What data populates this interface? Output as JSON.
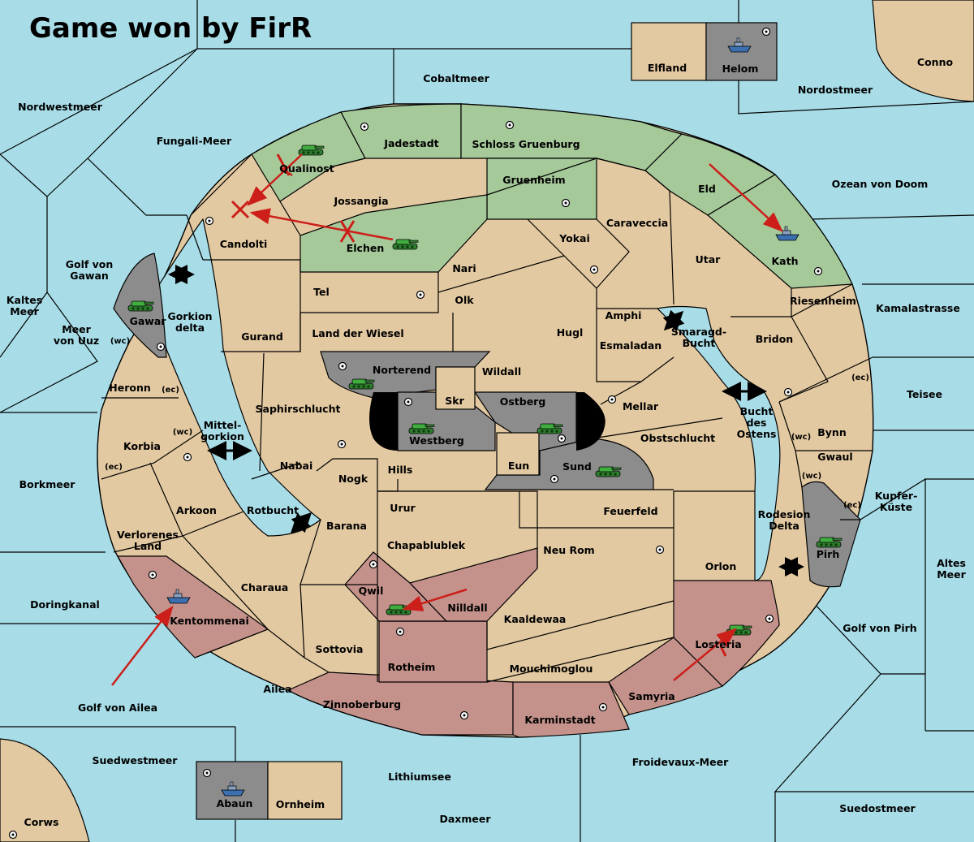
{
  "game": {
    "title": "Game won by FirR"
  },
  "colors": {
    "sea": "#a8dde8",
    "land": "#e3c9a1",
    "green_power": "#a6c99a",
    "red_power": "#c4928b",
    "grey_power": "#8c8c8c",
    "order_arrow": "#cc1f1a",
    "unit_green": "#3a9d3a",
    "unit_blue": "#3b6fb0"
  },
  "regions": {
    "seas": [
      "Nordwestmeer",
      "Cobaltmeer",
      "Nordostmeer",
      "Fungali-Meer",
      "Ozean von Doom",
      "Golf von Gawan",
      "Kaltes Meer",
      "Meer von Uuz",
      "Kamalastrasse",
      "Teisee",
      "Mittel-gorkion",
      "Gorkion delta",
      "Borkmeer",
      "Rotbucht",
      "Smaragd-Bucht",
      "Bucht des Ostens",
      "Kupfer-Küste",
      "Altes Meer",
      "Doringkanal",
      "Golf von Pirh",
      "Golf von Ailea",
      "Suedwestmeer",
      "Lithiumsee",
      "Froidevaux-Meer",
      "Daxmeer",
      "Suedostmeer"
    ],
    "lands": [
      "Elfland",
      "Helom",
      "Conno",
      "Qualinost",
      "Jadestadt",
      "Schloss Gruenburg",
      "Gruenheim",
      "Eld",
      "Kath",
      "Candolti",
      "Jossangia",
      "Elchen",
      "Caraveccia",
      "Yokai",
      "Utar",
      "Nari",
      "Tel",
      "Olk",
      "Gawar",
      "Gurand",
      "Land der Wiesel",
      "Hugl",
      "Amphi",
      "Riesenheim",
      "Esmaladan",
      "Bridon",
      "Norterend",
      "Wildall",
      "Skr",
      "Ostberg",
      "Mellar",
      "Westberg",
      "Heronn",
      "Saphirschlucht",
      "Obstschlucht",
      "Korbia",
      "Bynn",
      "Nabai",
      "Nogk",
      "Hills",
      "Eun",
      "Sund",
      "Gwaul",
      "Arkoon",
      "Barana",
      "Urur",
      "Feuerfeld",
      "Verlorenes Land",
      "Rodesion Delta",
      "Chapablublek",
      "Neu Rom",
      "Pirh",
      "Orlon",
      "Charaua",
      "Qwil",
      "Nilldall",
      "Kaaldewaa",
      "Kentommenai",
      "Sottovia",
      "Rotheim",
      "Losteria",
      "Mouchimoglou",
      "Ailea",
      "Samyria",
      "Zinnoberburg",
      "Karminstadt",
      "Corws",
      "Abaun",
      "Ornheim"
    ],
    "coast_tags": [
      "(wc)",
      "(ec)",
      "(wc)",
      "(ec)",
      "(ec)",
      "(wc)",
      "(wc)",
      "(ec)"
    ]
  }
}
